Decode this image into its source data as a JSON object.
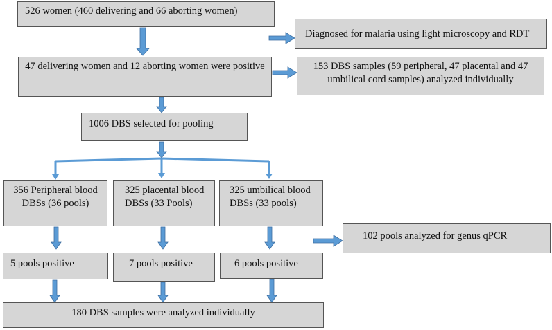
{
  "colors": {
    "box_fill": "#d6d6d6",
    "box_border": "#555555",
    "arrow": "#5b9bd5",
    "arrow_edge": "#3f6fa1"
  },
  "boxes": {
    "women_total": "526 women (460 delivering and 66 aborting women)",
    "diagnosed": "Diagnosed for malaria using light microscopy and RDT",
    "positive_women": "47 delivering women and 12 aborting women were positive",
    "dbs_individual": "153 DBS samples (59 peripheral, 47 placental and 47 umbilical cord samples) analyzed individually",
    "selected_pooling": "1006 DBS selected for pooling",
    "peripheral": "356 Peripheral blood DBSs (36 pools)",
    "placental": "325 placental blood DBSs (33 Pools)",
    "umbilical": "325 umbilical blood DBSs (33 pools)",
    "genus_qpcr": "102 pools analyzed for genus qPCR",
    "peripheral_pos": "5 pools positive",
    "placental_pos": "7 pools positive",
    "umbilical_pos": "6 pools positive",
    "final": "180 DBS samples were analyzed individually"
  }
}
